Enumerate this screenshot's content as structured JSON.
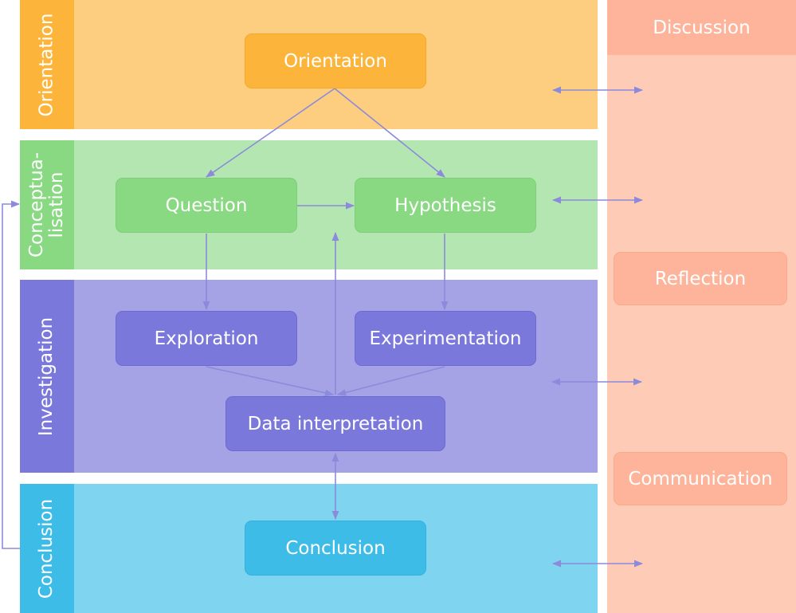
{
  "phases": {
    "orientation": {
      "label_lines": [
        "Orientation"
      ],
      "band_color": "#FDCE7F",
      "side_color": "#FCB53A"
    },
    "conceptualisation": {
      "label_lines": [
        "Conceptua-",
        "lisation"
      ],
      "band_color": "#B3E6B1",
      "side_color": "#89D983"
    },
    "investigation": {
      "label_lines": [
        "Investigation"
      ],
      "band_color": "#A5A3E6",
      "side_color": "#7B78DC"
    },
    "conclusion": {
      "label_lines": [
        "Conclusion"
      ],
      "band_color": "#7FD4EF",
      "side_color": "#3EBCE8"
    }
  },
  "nodes": {
    "orientation": {
      "label": "Orientation",
      "color": "#FCB53A"
    },
    "question": {
      "label": "Question",
      "color": "#89D983"
    },
    "hypothesis": {
      "label": "Hypothesis",
      "color": "#89D983"
    },
    "exploration": {
      "label": "Exploration",
      "color": "#7B78DC"
    },
    "experimentation": {
      "label": "Experimentation",
      "color": "#7B78DC"
    },
    "data_interpretation": {
      "label": "Data interpretation",
      "color": "#7B78DC"
    },
    "conclusion": {
      "label": "Conclusion",
      "color": "#3EBCE8"
    }
  },
  "right_panel": {
    "color": "#FECBB7",
    "accent": "#FDB49A",
    "discussion": "Discussion",
    "reflection": "Reflection",
    "communication": "Communication"
  },
  "arrow_color": "#8C8ADB"
}
